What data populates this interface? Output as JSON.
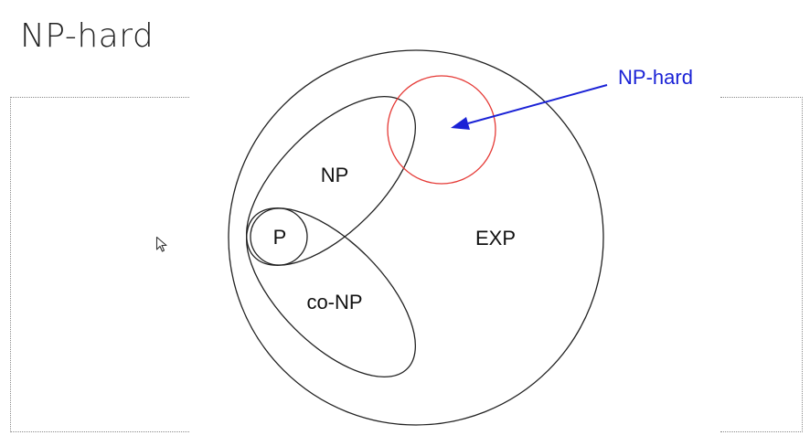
{
  "slide": {
    "title": "NP-hard"
  },
  "diagram": {
    "labels": {
      "exp": "EXP",
      "np": "NP",
      "p": "P",
      "conp": "co-NP",
      "nphard": "NP-hard"
    },
    "colors": {
      "outline": "#222222",
      "nphard_circle": "#e53935",
      "nphard_arrow": "#1a22d6"
    }
  },
  "icons": {
    "cursor": "mouse-pointer-icon"
  }
}
